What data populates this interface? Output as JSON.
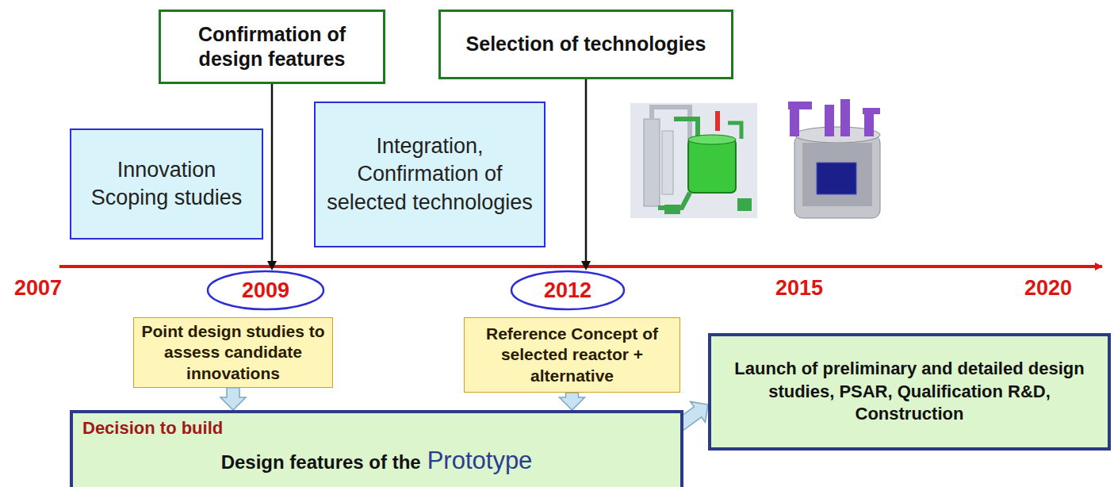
{
  "diagram": {
    "nodes": [
      {
        "text": [
          "Confirmation of design features"
        ]
      },
      {
        "text": [
          "Selection of technologies"
        ]
      },
      {
        "text": [
          "Innovation Scoping studies"
        ]
      },
      {
        "text": [
          "Integration, Confirmation of selected technologies"
        ]
      },
      {
        "text": [
          "2009"
        ]
      },
      {
        "text": [
          "2012"
        ]
      },
      {
        "text": [
          "Point design studies to assess candidate innovations"
        ]
      },
      {
        "text": [
          "Reference Concept of selected reactor + alternative"
        ]
      },
      {
        "text": [
          "Launch of preliminary and detailed design studies, PSAR, Qualification R&D, Construction"
        ]
      },
      {
        "text": [
          "Decision to build",
          "Design features of the",
          "Prototype"
        ]
      }
    ],
    "edges": [
      {
        "from": 0,
        "to": 4,
        "arrow": "to"
      },
      {
        "from": 1,
        "to": 5,
        "arrow": "to"
      },
      {
        "from": 6,
        "to": 9,
        "arrow": "to"
      },
      {
        "from": 7,
        "to": 9,
        "arrow": "to"
      },
      {
        "from": 9,
        "to": 8,
        "arrow": "to"
      }
    ],
    "labels": [
      "2007",
      "2015",
      "2020"
    ]
  }
}
